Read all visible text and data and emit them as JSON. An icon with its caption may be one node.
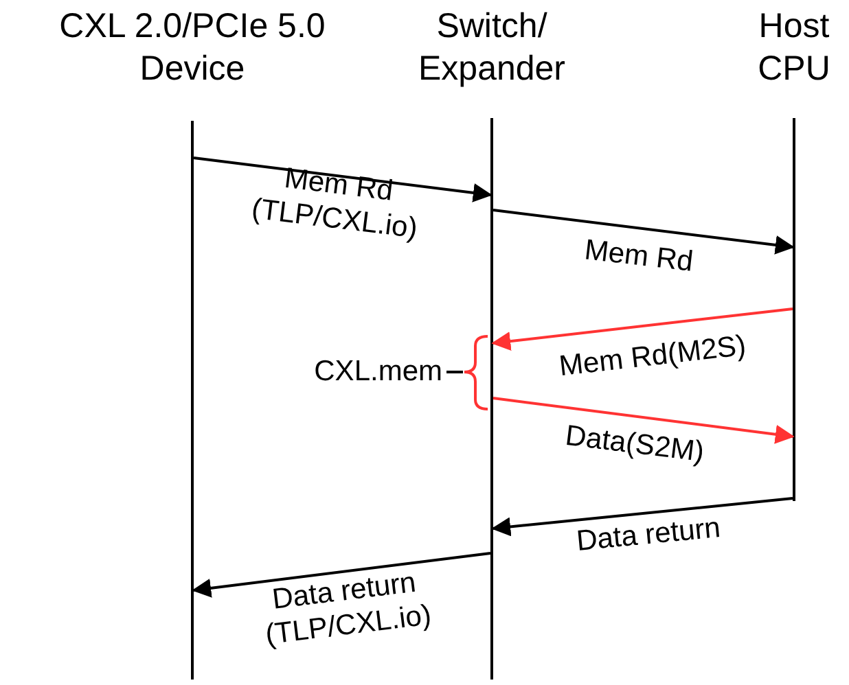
{
  "diagram": {
    "nodes": [
      {
        "text": [
          "CXL 2.0/PCIe 5.0 Device"
        ]
      },
      {
        "text": [
          "Switch/ Expander"
        ]
      },
      {
        "text": [
          "Host CPU"
        ]
      }
    ],
    "edges": [
      {
        "from": 0,
        "to": 1,
        "arrow": "to",
        "label": "Mem Rd (TLP/CXL.io)"
      },
      {
        "from": 1,
        "to": 2,
        "arrow": "to",
        "label": "Mem Rd"
      },
      {
        "from": 2,
        "to": 1,
        "arrow": "to",
        "label": "Mem Rd(M2S)",
        "color": "#ff3333"
      },
      {
        "from": 1,
        "to": 2,
        "arrow": "to",
        "label": "Data(S2M)",
        "color": "#ff3333"
      },
      {
        "from": 2,
        "to": 1,
        "arrow": "to",
        "label": "Data return"
      },
      {
        "from": 1,
        "to": 0,
        "arrow": "to",
        "label": "Data return (TLP/CXL.io)"
      }
    ],
    "labels": [
      "CXL.mem"
    ]
  }
}
